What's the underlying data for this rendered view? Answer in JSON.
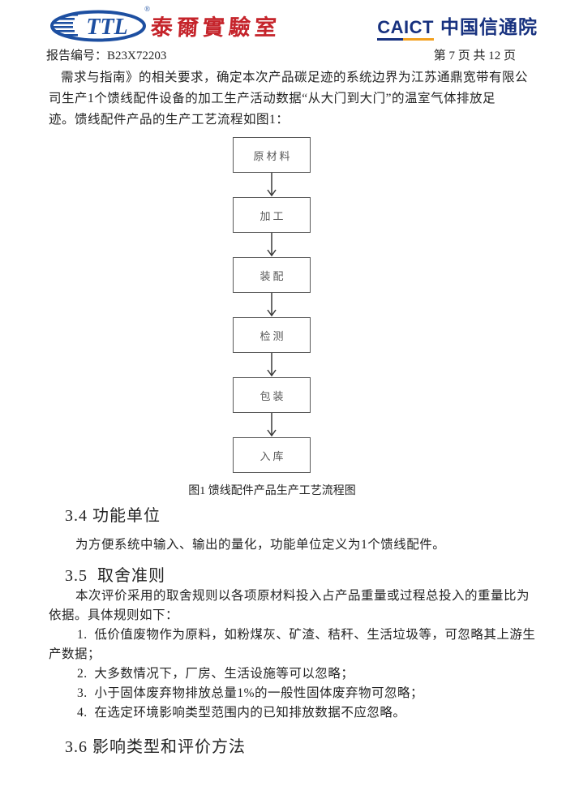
{
  "colors": {
    "ttl_blue": "#1d4fa1",
    "ttl_red": "#c5242b",
    "caict_blue": "#17317f",
    "caict_orange": "#f2a01e",
    "text": "#232323",
    "box_border": "#595959",
    "box_text": "#565656"
  },
  "header": {
    "ttl": {
      "abbr": "TTL",
      "registered": "®",
      "name_cn": "泰爾實驗室"
    },
    "caict": {
      "abbr": "CAICT",
      "name_cn": "中国信通院"
    },
    "report_no": "报告编号：B23X72203",
    "page_info": "第 7 页 共 12 页"
  },
  "intro": {
    "lines": [
      "需求与指南》的相关要求，确定本次产品碳足迹的系统边界为江苏通鼎宽带有限公",
      "司生产1个馈线配件设备的加工生产活动数据“从大门到大门”的温室气体排放足",
      "迹。馈线配件产品的生产工艺流程如图1："
    ]
  },
  "flowchart": {
    "steps": [
      "原材料",
      "加工",
      "装配",
      "检测",
      "包装",
      "入库"
    ],
    "caption": "图1 馈线配件产品生产工艺流程图"
  },
  "sections": {
    "functional_unit": {
      "heading": "3.4 功能单位",
      "body": "为方便系统中输入、输出的量化，功能单位定义为1个馈线配件。"
    },
    "cutoff": {
      "heading": "3.5  取舍准则",
      "body_lines": [
        "本次评价采用的取舍规则以各项原材料投入占产品重量或过程总投入的重量比为",
        "依据。具体规则如下："
      ],
      "item1_lines": [
        "1.  低价值废物作为原料，如粉煤灰、矿渣、秸秆、生活垃圾等，可忽略其上游生",
        "产数据；"
      ],
      "item2": "2.  大多数情况下，厂房、生活设施等可以忽略；",
      "item3": "3.  小于固体废弃物排放总量1%的一般性固体废弃物可忽略；",
      "item4": "4.  在选定环境影响类型范围内的已知排放数据不应忽略。"
    },
    "impact": {
      "heading": "3.6 影响类型和评价方法"
    }
  }
}
